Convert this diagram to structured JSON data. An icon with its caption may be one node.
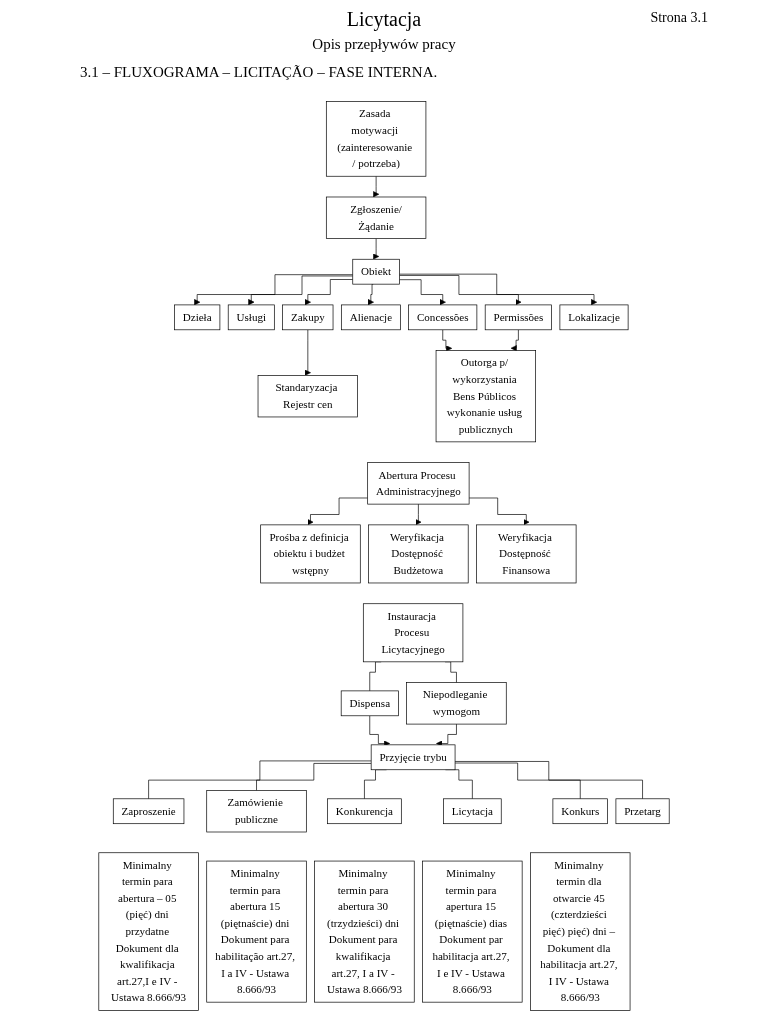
{
  "diagram": {
    "title": "Licytacja",
    "nodes": [
      {
        "text": [
          "Zasada motywacji (zainteresowanie / potrzeba)"
        ]
      },
      {
        "text": [
          "Zgłoszenie/Żądanie"
        ]
      },
      {
        "text": [
          "Obiekt"
        ]
      },
      {
        "text": [
          "Dzieła"
        ]
      },
      {
        "text": [
          "Usługi"
        ]
      },
      {
        "text": [
          "Zakupy"
        ]
      },
      {
        "text": [
          "Alienacje"
        ]
      },
      {
        "text": [
          "Concessões"
        ]
      },
      {
        "text": [
          "Permissões"
        ]
      },
      {
        "text": [
          "Lokalizacje"
        ]
      },
      {
        "text": [
          "Standaryzacja Rejestr cen"
        ]
      },
      {
        "text": [
          "Outorga p/ wykorzystania Bens Públicos wykonanie usług publicznych"
        ]
      },
      {
        "text": [
          "Abertura Procesu Administracyjnego"
        ]
      },
      {
        "text": [
          "Prośba z definicja obiektu i budżet wstępny"
        ]
      },
      {
        "text": [
          "Weryfikacja Dostępność Budżetowa"
        ]
      },
      {
        "text": [
          "Weryfikacja Dostępność Finansowa"
        ]
      },
      {
        "text": [
          "Instauracja Procesu Licytacyjnego"
        ]
      },
      {
        "text": [
          "Dispensa"
        ]
      },
      {
        "text": [
          "Niepodleganie wymogom"
        ]
      },
      {
        "text": [
          "Przyjęcie trybu"
        ]
      },
      {
        "text": [
          "Zaproszenie"
        ]
      },
      {
        "text": [
          "Zamówienie publiczne"
        ]
      },
      {
        "text": [
          "Konkurencja"
        ]
      },
      {
        "text": [
          "Licytacja"
        ]
      },
      {
        "text": [
          "Konkurs"
        ]
      },
      {
        "text": [
          "Przetarg"
        ]
      },
      {
        "text": [
          "Minimalny termin para abertura – 05 (pięć) dni przydatne Dokument dla kwalifikacja art.27,I e IV - Ustawa 8.666/93"
        ]
      },
      {
        "text": [
          "Minimalny termin para abertura 15 (piętnaście) dni Dokument para habilitação art.27, I a IV - Ustawa 8.666/93"
        ]
      },
      {
        "text": [
          "Minimalny termin para abertura 30 (trzydzieści) dni Dokument para kwalifikacja art.27, I a IV - Ustawa 8.666/93"
        ]
      },
      {
        "text": [
          "Minimalny termin para apertura 15 (piętnaście) dias Dokument par habilitacja art.27, I e IV - Ustawa 8.666/93"
        ]
      },
      {
        "text": [
          "Minimalny termin dla otwarcie 45 (czterdzieści pięć) pięć) dni – Dokument dla habilitacja art.27, I IV - Ustawa 8.666/93"
        ]
      }
    ],
    "edges": [
      {
        "from": 0,
        "to": 1,
        "arrow": "to"
      },
      {
        "from": 1,
        "to": 2,
        "arrow": "to"
      },
      {
        "from": 2,
        "to": 3,
        "arrow": "to"
      },
      {
        "from": 2,
        "to": 4,
        "arrow": "to"
      },
      {
        "from": 2,
        "to": 5,
        "arrow": "to"
      },
      {
        "from": 2,
        "to": 6,
        "arrow": "to"
      },
      {
        "from": 2,
        "to": 7,
        "arrow": "to"
      },
      {
        "from": 2,
        "to": 8,
        "arrow": "to"
      },
      {
        "from": 2,
        "to": 9,
        "arrow": "to"
      },
      {
        "from": 5,
        "to": 10,
        "arrow": "to"
      },
      {
        "from": 7,
        "to": 11,
        "arrow": "to"
      },
      {
        "from": 8,
        "to": 11,
        "arrow": "to"
      },
      {
        "from": 12,
        "to": 13,
        "arrow": "to"
      },
      {
        "from": 12,
        "to": 14,
        "arrow": "to"
      },
      {
        "from": 12,
        "to": 15,
        "arrow": "to"
      },
      {
        "from": 16,
        "to": 17,
        "arrow": "none"
      },
      {
        "from": 16,
        "to": 18,
        "arrow": "none"
      },
      {
        "from": 17,
        "to": 19,
        "arrow": "to"
      },
      {
        "from": 18,
        "to": 19,
        "arrow": "to"
      },
      {
        "from": 19,
        "to": 20,
        "arrow": "none"
      },
      {
        "from": 19,
        "to": 21,
        "arrow": "none"
      },
      {
        "from": 19,
        "to": 22,
        "arrow": "none"
      },
      {
        "from": 19,
        "to": 23,
        "arrow": "none"
      },
      {
        "from": 19,
        "to": 24,
        "arrow": "none"
      },
      {
        "from": 19,
        "to": 25,
        "arrow": "none"
      }
    ],
    "labels": [
      "Strona 3.1",
      "Opis przepływów pracy",
      "3.1 – FLUXOGRAMA – LICITAÇÃO – FASE INTERNA."
    ]
  }
}
